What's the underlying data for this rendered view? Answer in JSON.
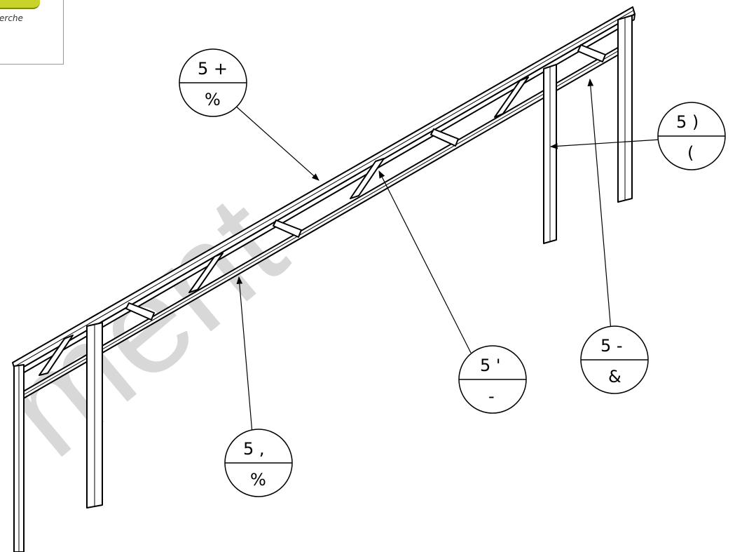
{
  "logo": {
    "text": "erche"
  },
  "watermark": {
    "text": "ment"
  },
  "callouts": [
    {
      "id": "c1",
      "top": "5 +",
      "bottom": "%"
    },
    {
      "id": "c2",
      "top": "5 )",
      "bottom": "("
    },
    {
      "id": "c3",
      "top": "5 '",
      "bottom": "-"
    },
    {
      "id": "c4",
      "top": "5 -",
      "bottom": "&"
    },
    {
      "id": "c5",
      "top": "5 ,",
      "bottom": "%"
    }
  ]
}
